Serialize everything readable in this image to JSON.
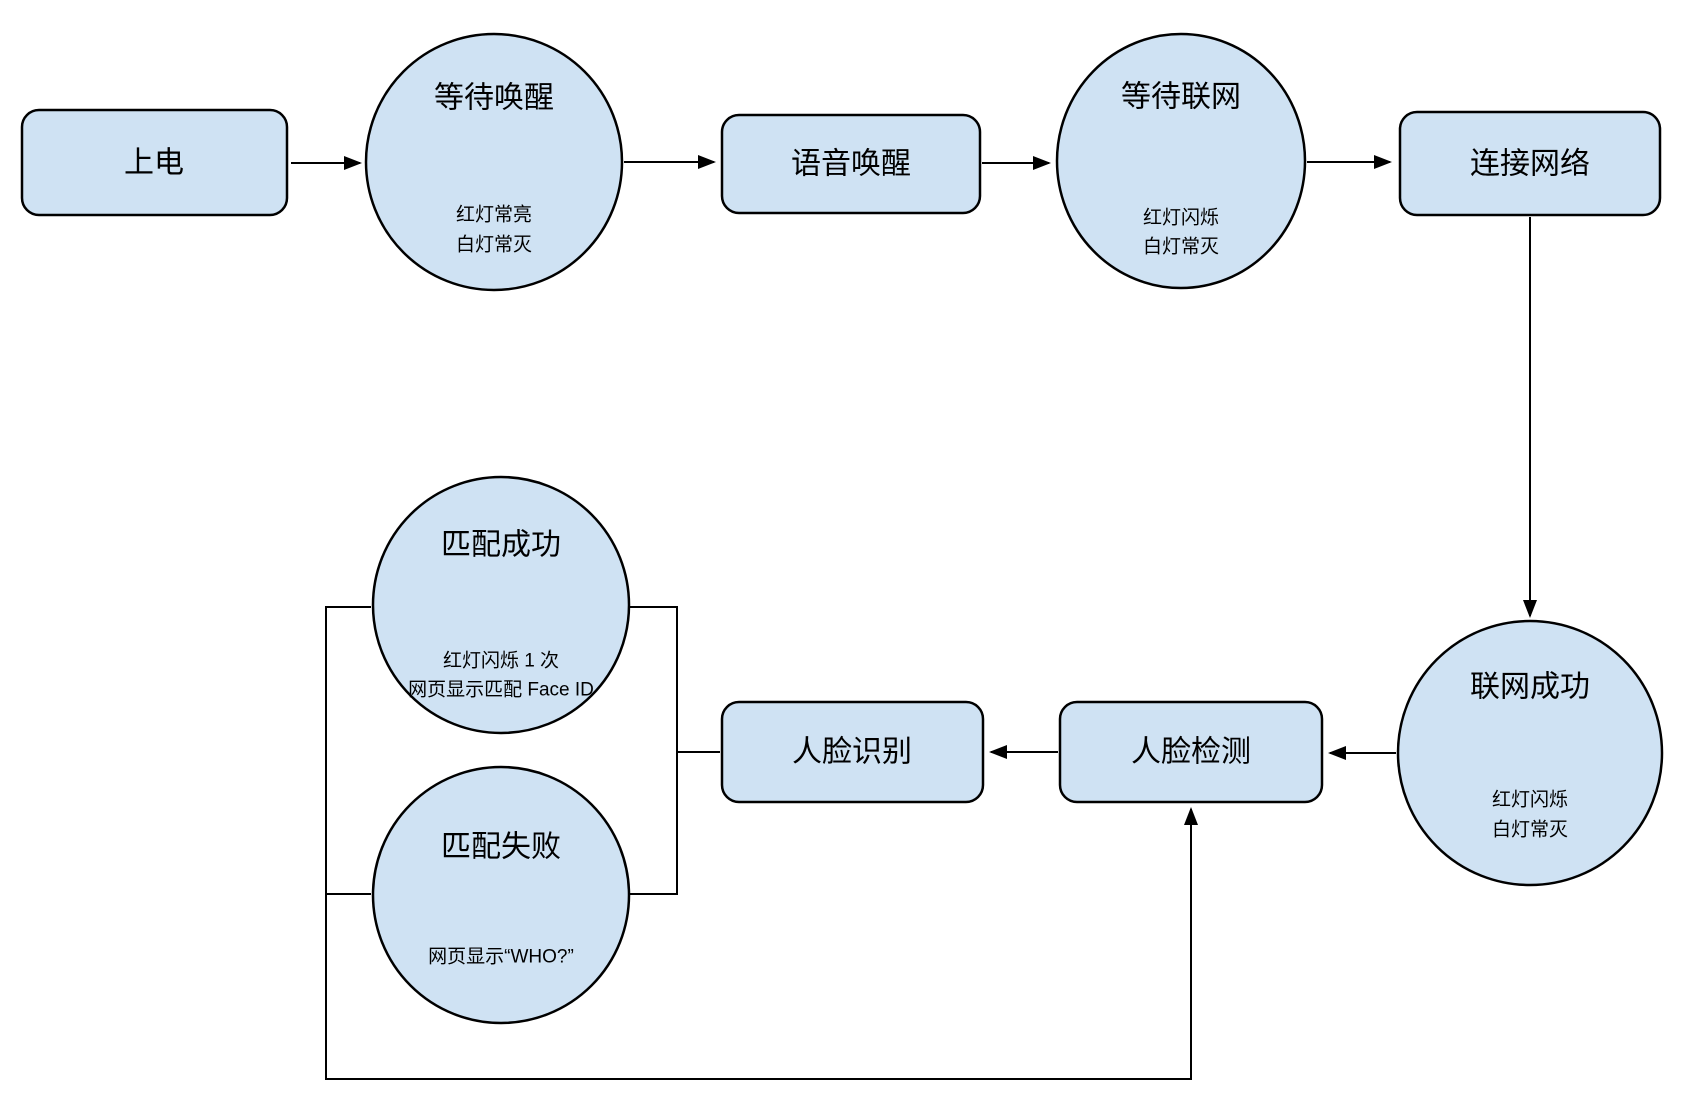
{
  "diagram": {
    "background": "#ffffff",
    "colors": {
      "node_fill": "#cfe2f3",
      "node_stroke": "#000000",
      "line_color": "#000000",
      "text_color": "#000000"
    },
    "nodes": {
      "power_on": {
        "label": "上电"
      },
      "wait_wake": {
        "label": "等待唤醒",
        "sub1": "红灯常亮",
        "sub2": "白灯常灭"
      },
      "voice_wake": {
        "label": "语音唤醒"
      },
      "wait_network": {
        "label": "等待联网",
        "sub1": "红灯闪烁",
        "sub2": "白灯常灭"
      },
      "connect_network": {
        "label": "连接网络"
      },
      "network_success": {
        "label": "联网成功",
        "sub1": "红灯闪烁",
        "sub2": "白灯常灭"
      },
      "face_detect": {
        "label": "人脸检测"
      },
      "face_recognize": {
        "label": "人脸识别"
      },
      "match_success": {
        "label": "匹配成功",
        "sub1": "红灯闪烁 1 次",
        "sub2": "网页显示匹配 Face ID"
      },
      "match_fail": {
        "label": "匹配失败",
        "sub1": "网页显示“WHO?”"
      }
    }
  }
}
